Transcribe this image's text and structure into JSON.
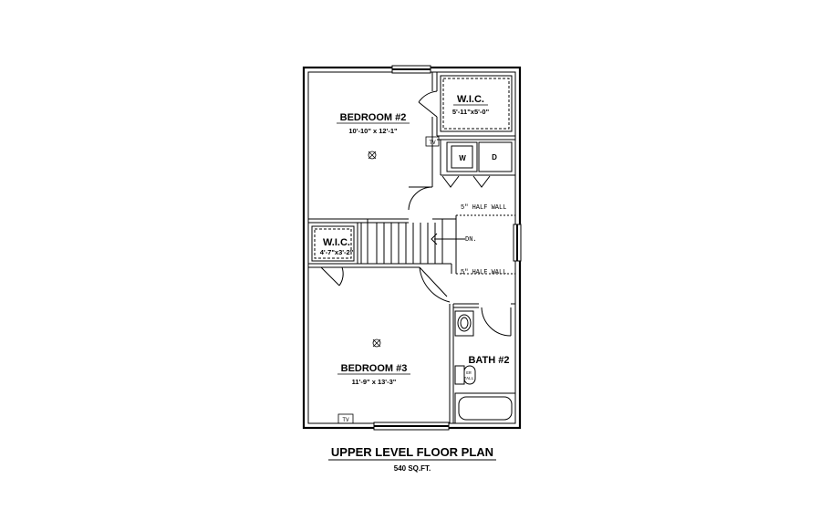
{
  "plan": {
    "title": "UPPER LEVEL FLOOR PLAN",
    "area": "540 SQ.FT."
  },
  "rooms": {
    "bedroom2": {
      "name": "BEDROOM #2",
      "dims": "10'-10\" x 12'-1\""
    },
    "wic1": {
      "name": "W.I.C.",
      "dims": "5'-11\"x5'-0\""
    },
    "wic2": {
      "name": "W.I.C.",
      "dims": "4'-7\"x3'-2\""
    },
    "bedroom3": {
      "name": "BEDROOM #3",
      "dims": "11'-9\" x 13'-3\""
    },
    "bath2": {
      "name": "BATH #2"
    }
  },
  "fixtures": {
    "washer": "W",
    "dryer": "D",
    "tv_upper": "TV",
    "tv_lower": "TV",
    "toilet_line1": "ER",
    "toilet_line2": "TALL"
  },
  "notes": {
    "half_wall_top": "5\" HALF WALL",
    "half_wall_bottom": "5\" HALF WALL",
    "stair_dn": "DN."
  }
}
